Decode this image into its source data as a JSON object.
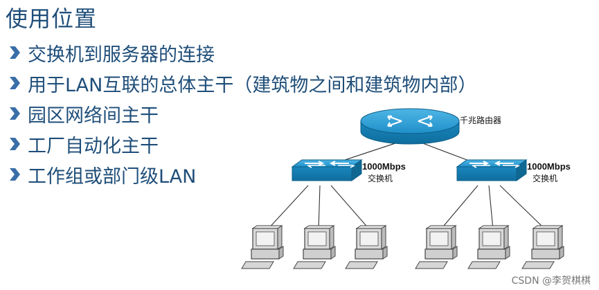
{
  "slide": {
    "title": "使用位置",
    "bullets": [
      "交换机到服务器的连接",
      "用于LAN互联的总体主干（建筑物之间和建筑物内部）",
      "园区网络间主干",
      "工厂自动化主干",
      "工作组或部门级LAN"
    ]
  },
  "diagram": {
    "router_label": "千兆路由器",
    "switches": [
      {
        "speed": "1000Mbps",
        "label": "交换机"
      },
      {
        "speed": "1000Mbps",
        "label": "交换机"
      }
    ]
  },
  "watermark": "CSDN @李贺棋棋",
  "colors": {
    "text": "#1f4e79",
    "device": "#1f8fc8",
    "device_dark": "#0f6e9e"
  }
}
